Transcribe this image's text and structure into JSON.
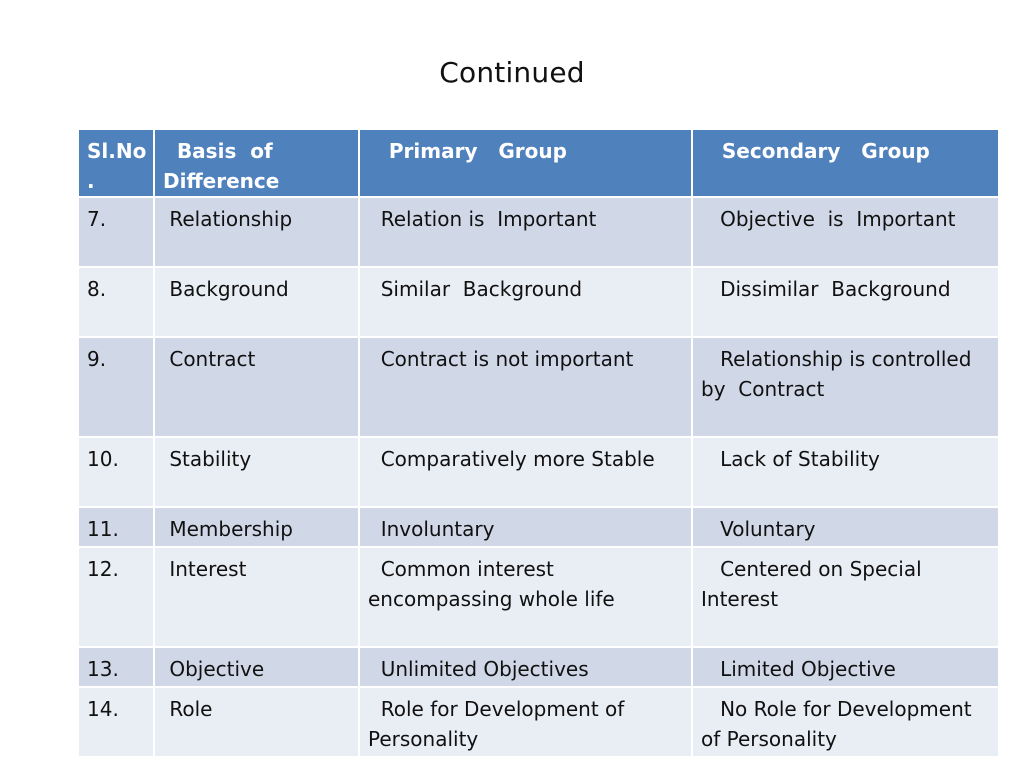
{
  "slide": {
    "title": "Continued"
  },
  "table": {
    "headers": [
      "Sl.No\n.",
      "  Basis  of\nDifference",
      "   Primary   Group",
      "   Secondary   Group"
    ],
    "rows": [
      [
        "7.",
        " Relationship",
        "  Relation is  Important",
        "   Objective  is  Important"
      ],
      [
        "8.",
        " Background",
        "  Similar  Background",
        "   Dissimilar  Background"
      ],
      [
        "9.",
        " Contract",
        "  Contract is not important",
        "   Relationship is controlled\nby  Contract"
      ],
      [
        "10.",
        " Stability",
        "  Comparatively more Stable",
        "   Lack of Stability"
      ],
      [
        "11.",
        " Membership",
        "  Involuntary",
        "   Voluntary"
      ],
      [
        "12.",
        " Interest",
        "  Common interest\nencompassing whole life",
        "   Centered on Special\nInterest"
      ],
      [
        "13.",
        " Objective",
        "  Unlimited Objectives",
        "   Limited Objective"
      ],
      [
        "14.",
        " Role",
        "  Role for Development of\nPersonality",
        "   No Role for Development\nof Personality"
      ]
    ]
  }
}
